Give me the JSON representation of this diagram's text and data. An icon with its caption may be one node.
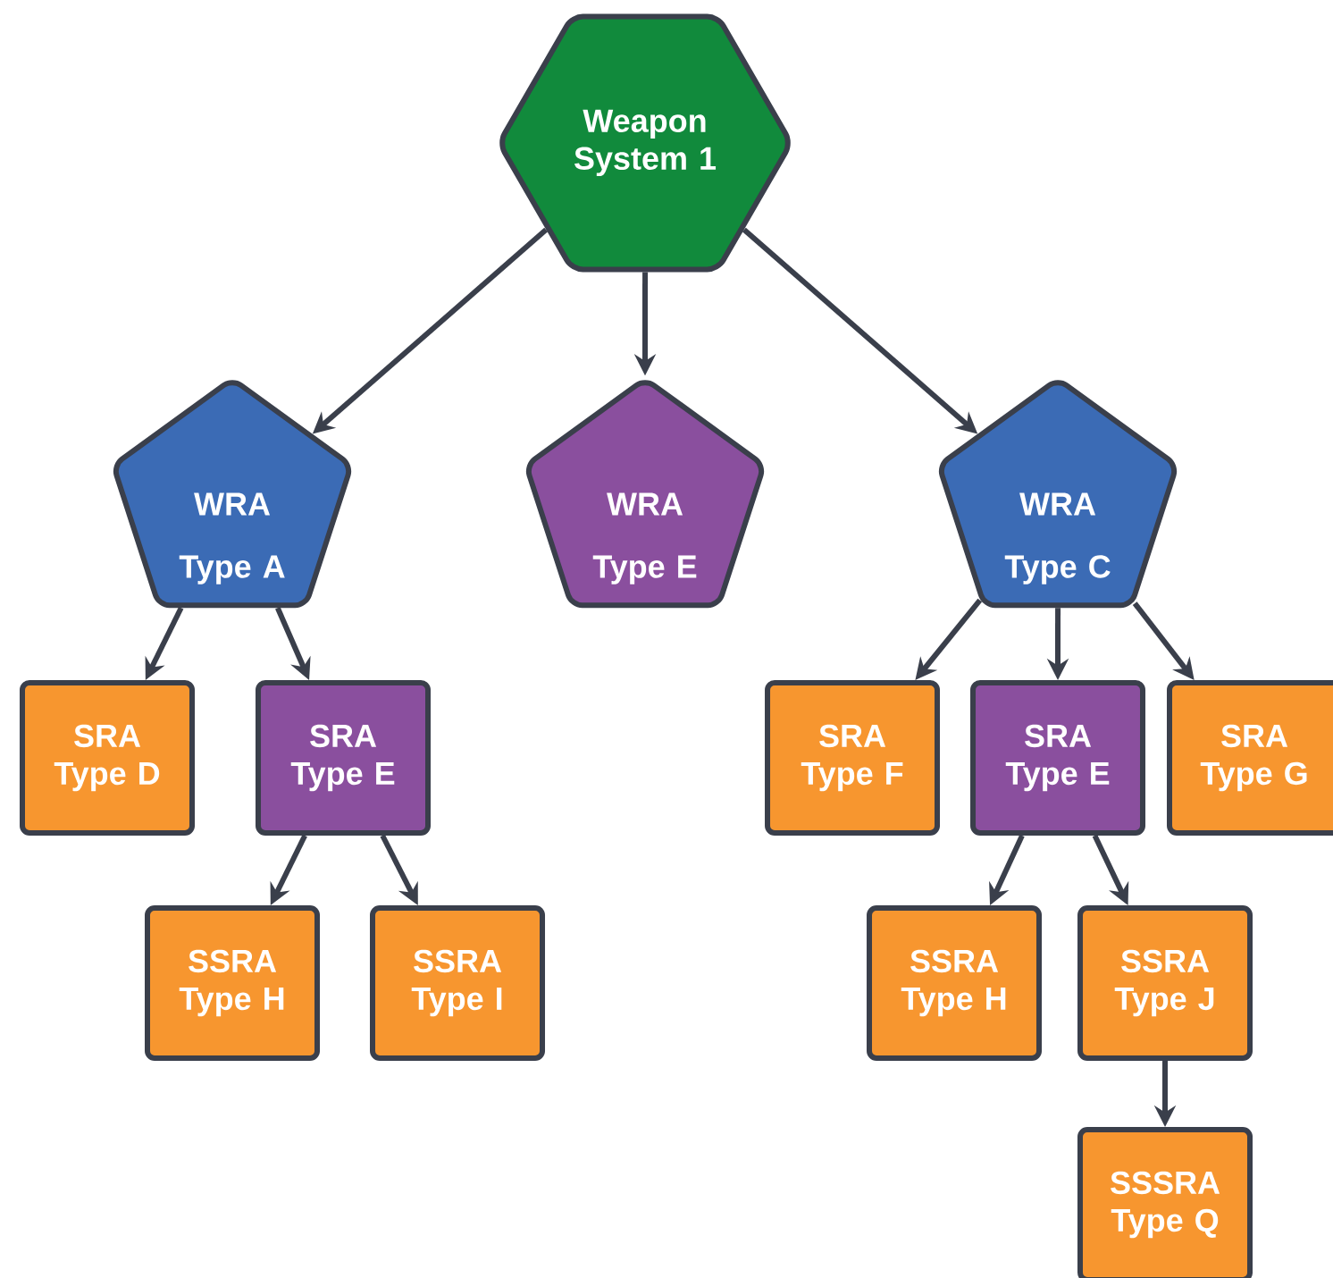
{
  "diagram": {
    "nodes": [
      {
        "text": [
          "Weapon System 1"
        ]
      },
      {
        "text": [
          "WRA",
          "Type A"
        ]
      },
      {
        "text": [
          "WRA",
          "Type E"
        ]
      },
      {
        "text": [
          "WRA",
          "Type C"
        ]
      },
      {
        "text": [
          "SRA Type D"
        ]
      },
      {
        "text": [
          "SRA Type E"
        ]
      },
      {
        "text": [
          "SRA Type F"
        ]
      },
      {
        "text": [
          "SRA Type E"
        ]
      },
      {
        "text": [
          "SRA Type G"
        ]
      },
      {
        "text": [
          "SSRA Type H"
        ]
      },
      {
        "text": [
          "SSRA Type I"
        ]
      },
      {
        "text": [
          "SSRA Type H"
        ]
      },
      {
        "text": [
          "SSRA Type J"
        ]
      },
      {
        "text": [
          "SSSRA Type Q"
        ]
      }
    ],
    "edges": [
      {
        "from": 0,
        "to": 1,
        "arrow": "to"
      },
      {
        "from": 0,
        "to": 2,
        "arrow": "to"
      },
      {
        "from": 0,
        "to": 3,
        "arrow": "to"
      },
      {
        "from": 1,
        "to": 4,
        "arrow": "to"
      },
      {
        "from": 1,
        "to": 5,
        "arrow": "to"
      },
      {
        "from": 3,
        "to": 6,
        "arrow": "to"
      },
      {
        "from": 3,
        "to": 7,
        "arrow": "to"
      },
      {
        "from": 3,
        "to": 8,
        "arrow": "to"
      },
      {
        "from": 5,
        "to": 9,
        "arrow": "to"
      },
      {
        "from": 5,
        "to": 10,
        "arrow": "to"
      },
      {
        "from": 7,
        "to": 11,
        "arrow": "to"
      },
      {
        "from": 7,
        "to": 12,
        "arrow": "to"
      },
      {
        "from": 12,
        "to": 13,
        "arrow": "to"
      }
    ]
  }
}
